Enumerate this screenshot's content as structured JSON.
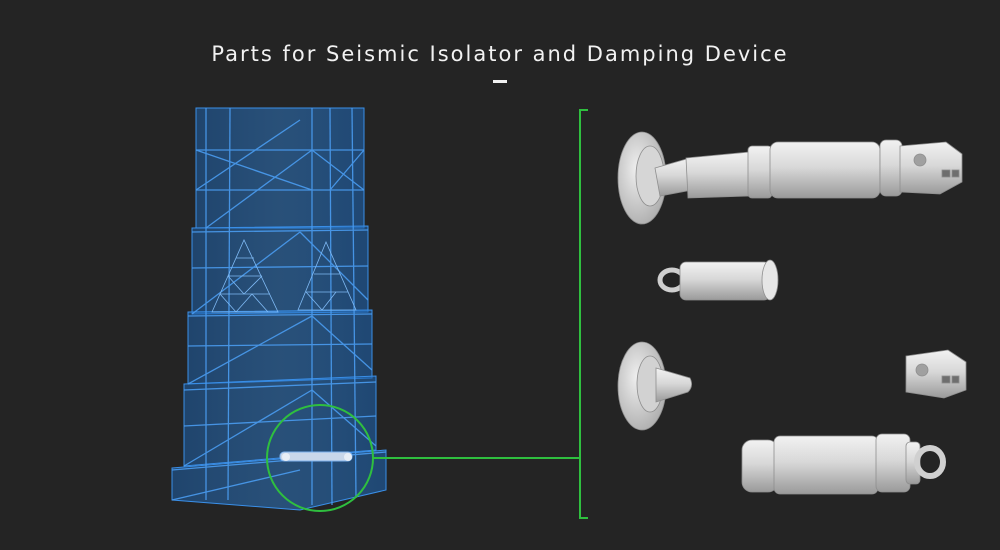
{
  "page": {
    "title": "Parts for Seismic Isolator and Damping Device"
  },
  "colors": {
    "background": "#242424",
    "title_text": "#f2f2f2",
    "wireframe": "#2f7fd6",
    "highlight": "#2fbf3f",
    "part_gray": "#d4d4d4"
  },
  "illustration": {
    "building_style": "blue wireframe tower",
    "callout": "green circle magnifying damper at tower base",
    "parts": [
      "assembled-damper",
      "small-cylinder",
      "mounting-flange",
      "clevis-joint",
      "cylinder-with-eye"
    ]
  }
}
